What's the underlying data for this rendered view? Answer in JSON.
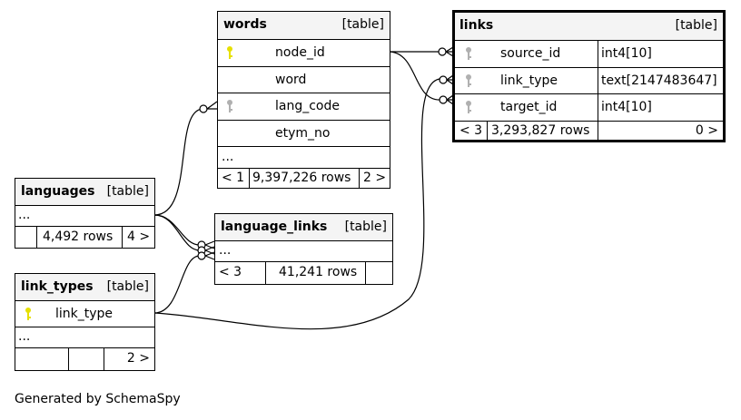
{
  "footer": "Generated by SchemaSpy",
  "colors": {
    "primary_key": "#e6e000",
    "foreign_key": "#b0b0b0",
    "header_bg": "#f4f4f4"
  },
  "tables": {
    "words": {
      "name": "words",
      "kind": "[table]",
      "columns": [
        {
          "name": "node_id",
          "key": "primary"
        },
        {
          "name": "word",
          "key": ""
        },
        {
          "name": "lang_code",
          "key": "foreign"
        },
        {
          "name": "etym_no",
          "key": ""
        }
      ],
      "more": "...",
      "footer": {
        "prev": "< 1",
        "rows": "9,397,226 rows",
        "next": "2 >"
      }
    },
    "links": {
      "name": "links",
      "kind": "[table]",
      "columns": [
        {
          "name": "source_id",
          "type": "int4[10]",
          "key": "foreign"
        },
        {
          "name": "link_type",
          "type": "text[2147483647]",
          "key": "foreign"
        },
        {
          "name": "target_id",
          "type": "int4[10]",
          "key": "foreign"
        }
      ],
      "footer": {
        "prev": "< 3",
        "rows": "3,293,827 rows",
        "next": "0 >"
      }
    },
    "languages": {
      "name": "languages",
      "kind": "[table]",
      "more": "...",
      "footer": {
        "rows": "4,492 rows",
        "next": "4 >"
      }
    },
    "language_links": {
      "name": "language_links",
      "kind": "[table]",
      "more": "...",
      "footer": {
        "prev": "< 3",
        "rows": "41,241 rows"
      }
    },
    "link_types": {
      "name": "link_types",
      "kind": "[table]",
      "columns": [
        {
          "name": "link_type",
          "key": "primary"
        }
      ],
      "more": "...",
      "footer": {
        "next": "2 >"
      }
    }
  }
}
